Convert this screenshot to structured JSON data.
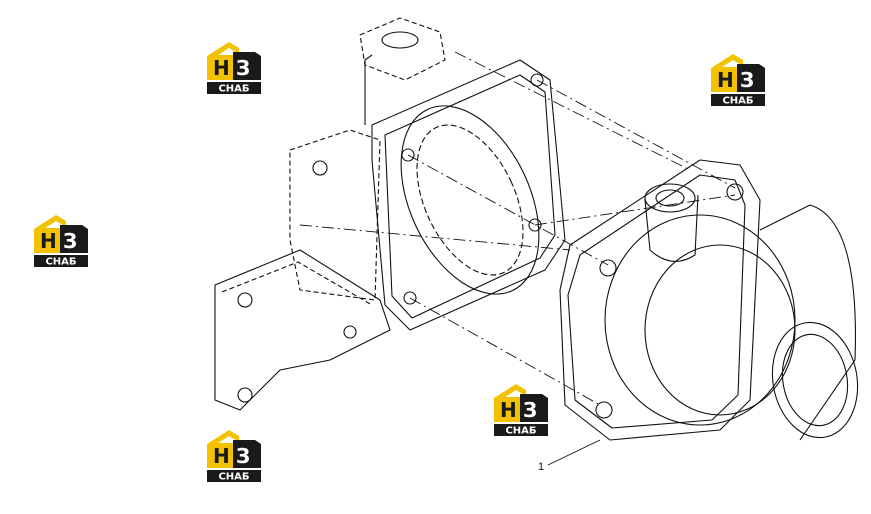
{
  "diagram": {
    "callouts": [
      {
        "id": "1",
        "label": "1"
      }
    ]
  },
  "watermark": {
    "mark": "НЗ",
    "word": "СНАБ",
    "colors": {
      "accent": "#f2c200",
      "dark": "#1a1a1a",
      "light": "#ffffff"
    }
  }
}
